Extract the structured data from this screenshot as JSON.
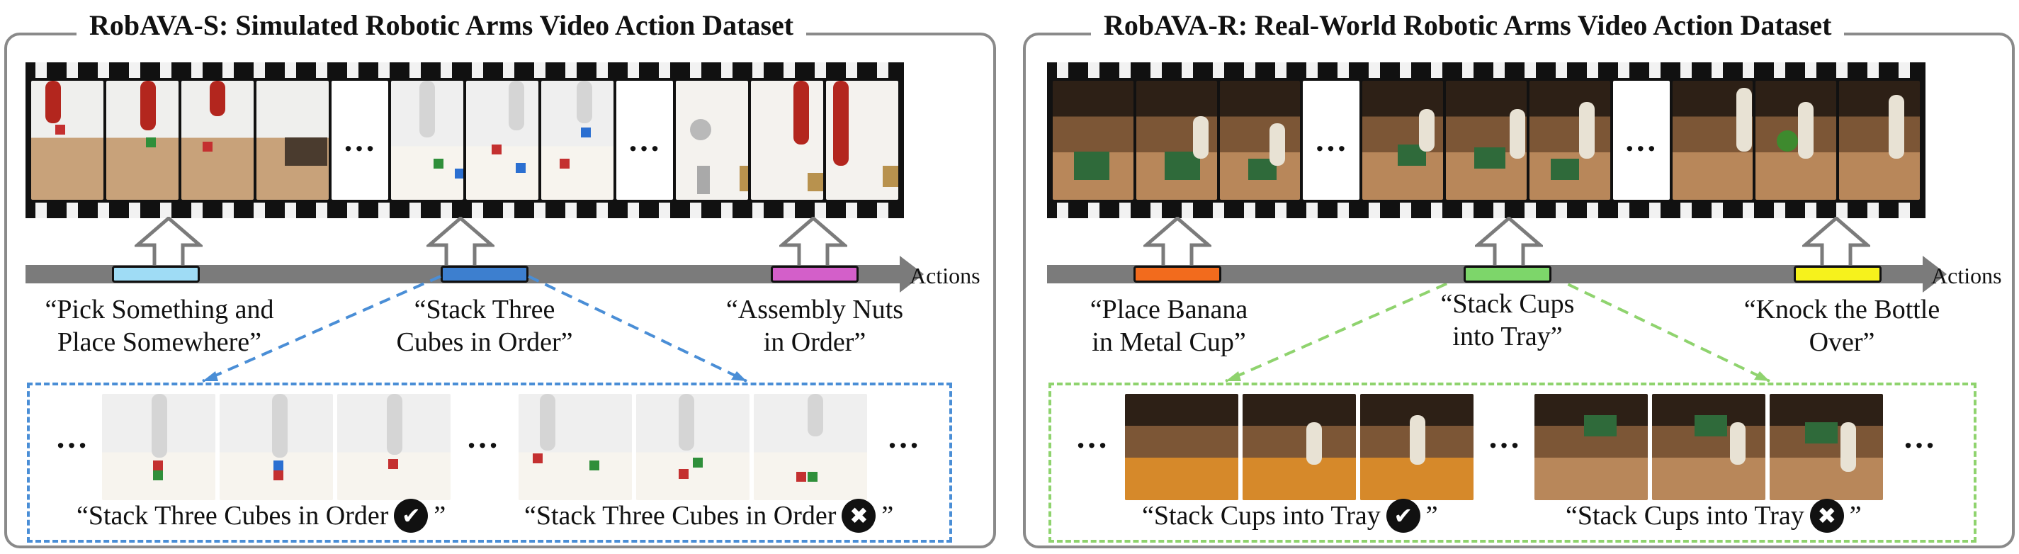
{
  "left_panel": {
    "title": "RobAVA-S: Simulated Robotic Arms Video Action Dataset",
    "axis_label": "Actions",
    "ellipsis": "…",
    "actions": [
      {
        "label": "“Pick Something and Place Somewhere”",
        "line1": "“Pick Something and",
        "line2": "Place Somewhere”",
        "color": "#9fdcf5"
      },
      {
        "label": "“Stack Three Cubes in Order”",
        "line1": "“Stack Three",
        "line2": "Cubes in Order”",
        "color": "#3d7fcf"
      },
      {
        "label": "“Assembly Nuts in Order”",
        "line1": "“Assembly Nuts",
        "line2": "in Order”",
        "color": "#d35fc9"
      }
    ],
    "dash_color": "#4a8ed6",
    "captions": [
      {
        "text": "“Stack Three Cubes in Order",
        "close": "”",
        "mark": "✔",
        "mark_name": "check-icon"
      },
      {
        "text": "“Stack Three Cubes in Order",
        "close": "”",
        "mark": "✖",
        "mark_name": "cross-icon"
      }
    ]
  },
  "right_panel": {
    "title": "RobAVA-R: Real-World Robotic Arms Video Action Dataset",
    "axis_label": "Actions",
    "ellipsis": "…",
    "actions": [
      {
        "label": "“Place Banana in Metal Cup”",
        "line1": "“Place Banana",
        "line2": "in Metal Cup”",
        "color": "#f26b1d"
      },
      {
        "label": "“Stack Cups into Tray”",
        "line1": "“Stack Cups",
        "line2": "into Tray”",
        "color": "#7dd66a"
      },
      {
        "label": "“Knock the Bottle Over”",
        "line1": "“Knock the Bottle",
        "line2": "Over”",
        "color": "#f6f21c"
      }
    ],
    "dash_color": "#8fd36e",
    "captions": [
      {
        "text": "“Stack Cups into Tray",
        "close": "”",
        "mark": "✔",
        "mark_name": "check-icon"
      },
      {
        "text": "“Stack Cups into Tray",
        "close": "”",
        "mark": "✖",
        "mark_name": "cross-icon"
      }
    ]
  }
}
